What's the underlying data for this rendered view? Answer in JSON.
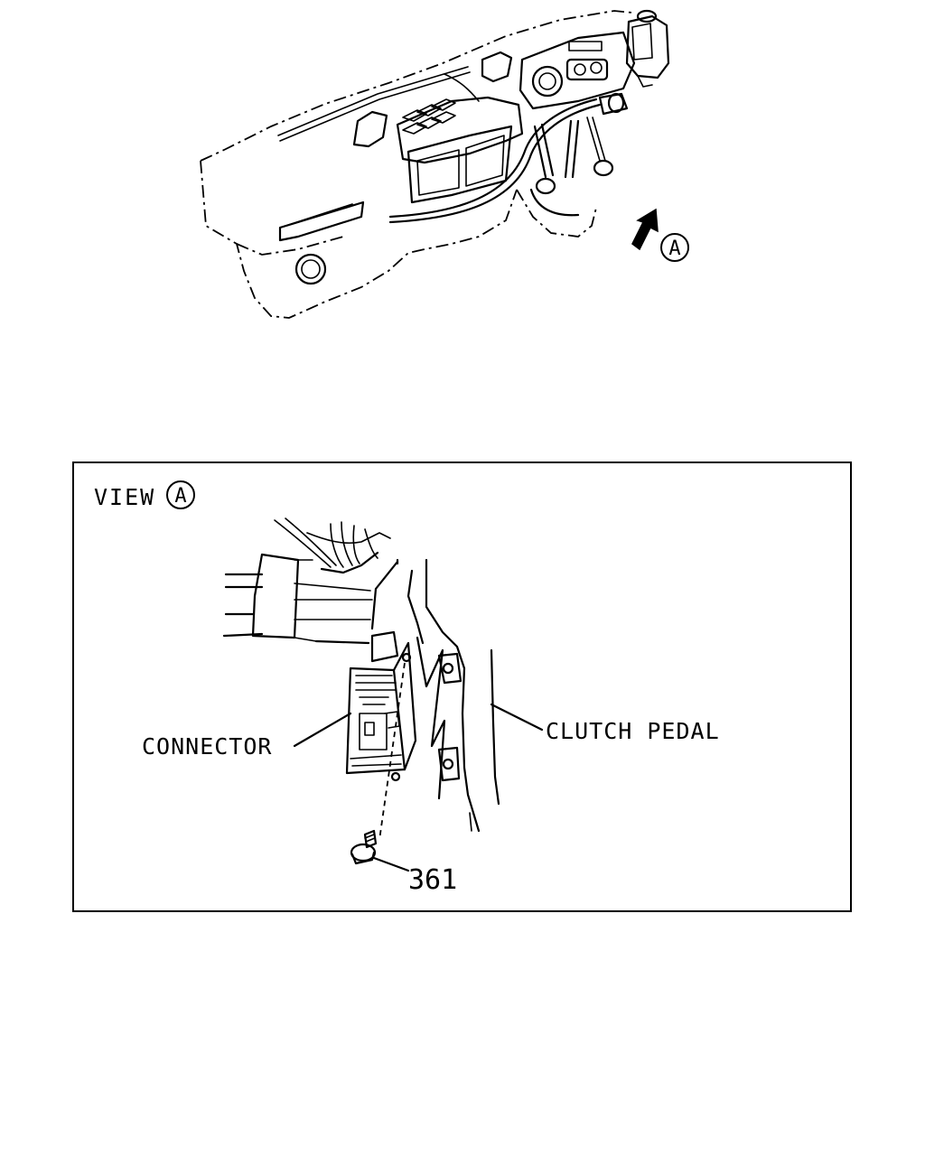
{
  "overview": {
    "view_marker": "A"
  },
  "detail_view": {
    "title": "VIEW",
    "title_marker": "A",
    "labels": {
      "connector": "CONNECTOR",
      "clutch_pedal": "CLUTCH PEDAL",
      "part_number": "361"
    }
  }
}
